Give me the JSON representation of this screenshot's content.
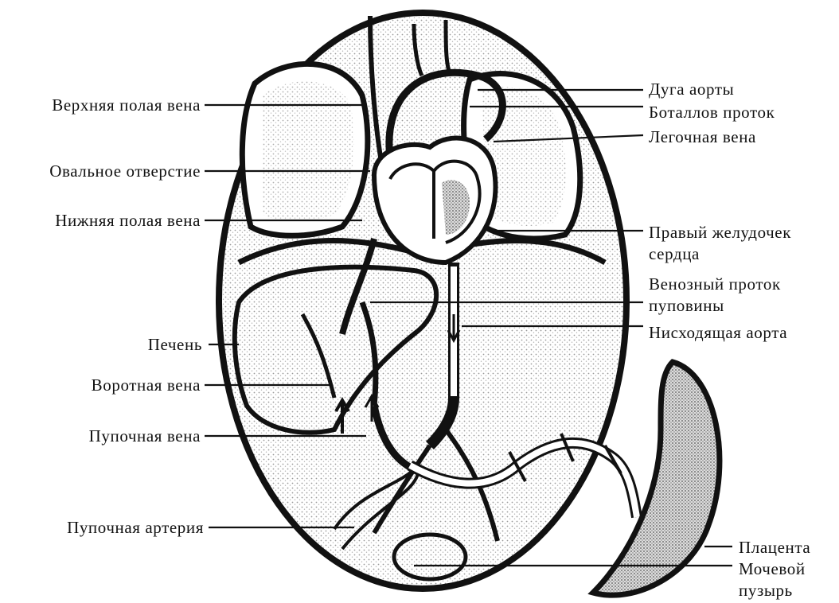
{
  "labels": {
    "left": {
      "superior_vena_cava": "Верхняя полая вена",
      "foramen_ovale": "Овальное отверстие",
      "inferior_vena_cava": "Нижняя полая вена",
      "liver": "Печень",
      "portal_vein": "Воротная вена",
      "umbilical_vein": "Пупочная вена",
      "umbilical_artery": "Пупочная артерия"
    },
    "right": {
      "aortic_arch": "Дуга аорты",
      "ductus_arteriosus": "Боталлов проток",
      "pulmonary_vein": "Легочная вена",
      "right_ventricle_line1": "Правый желудочек",
      "right_ventricle_line2": "сердца",
      "ductus_venosus_line1": "Венозный проток",
      "ductus_venosus_line2": "пуповины",
      "descending_aorta": "Нисходящая аорта",
      "placenta": "Плацента",
      "bladder_line1": "Мочевой",
      "bladder_line2": "пузырь"
    }
  },
  "colors": {
    "ink": "#111111",
    "paper": "#ffffff",
    "shade": "#bdbdbd"
  }
}
